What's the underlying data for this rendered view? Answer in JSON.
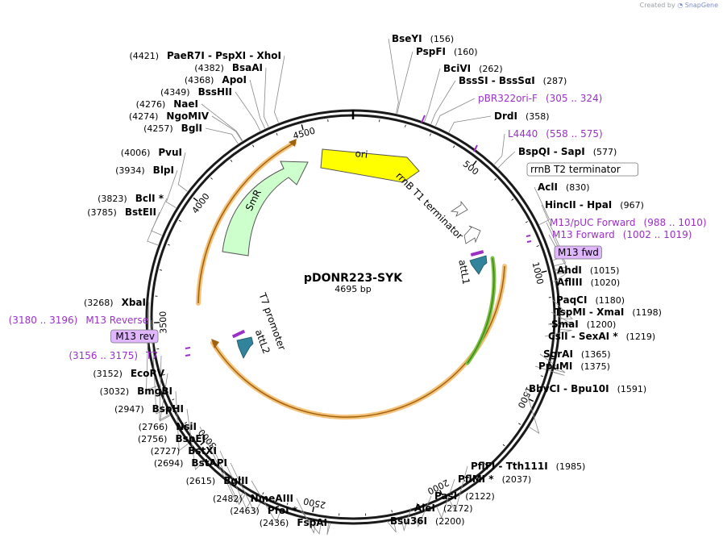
{
  "credit": {
    "prefix": "Created by",
    "brand": "SnapGene"
  },
  "plasmid": {
    "name": "pDONR223-SYK",
    "size_label": "4695 bp",
    "length": 4695
  },
  "ticks": [
    "500",
    "1000",
    "1500",
    "2000",
    "2500",
    "3000",
    "3500",
    "4000",
    "4500"
  ],
  "right_sites": [
    {
      "name": "BseYI",
      "pos": "(156)"
    },
    {
      "name": "PspFI",
      "pos": "(160)"
    },
    {
      "name": "BciVI",
      "pos": "(262)"
    },
    {
      "name": "BssSI  -  BssSαI",
      "pos": "(287)"
    },
    {
      "primer": "pBR322ori-F",
      "range": "(305 .. 324)"
    },
    {
      "name": "DrdI",
      "pos": "(358)"
    },
    {
      "primer": "L4440",
      "range": "(558 .. 575)"
    },
    {
      "name": "BspQI  -  SapI",
      "pos": "(577)"
    },
    {
      "boxed": "rrnB T2 terminator"
    },
    {
      "name": "AclI",
      "pos": "(830)"
    },
    {
      "name": "HincII  -  HpaI",
      "pos": "(967)"
    },
    {
      "primer": "M13/pUC Forward",
      "range": "(988 .. 1010)"
    },
    {
      "primer": "M13 Forward",
      "range": "(1002 .. 1019)"
    },
    {
      "boxed_primer": "M13 fwd"
    },
    {
      "name": "AhdI",
      "pos": "(1015)"
    },
    {
      "name": "AflIII",
      "pos": "(1020)"
    },
    {
      "name": "PaqCI",
      "pos": "(1180)"
    },
    {
      "name": "TspMI  -  XmaI",
      "pos": "(1198)"
    },
    {
      "name": "SmaI",
      "pos": "(1200)"
    },
    {
      "name": "CslI  -  SexAI *",
      "pos": "(1219)"
    },
    {
      "name": "SgrAI",
      "pos": "(1365)"
    },
    {
      "name": "PpuMI",
      "pos": "(1375)"
    },
    {
      "name": "BbvCI  -  Bpu10I",
      "pos": "(1591)"
    },
    {
      "name": "PflFI  -  Tth111I",
      "pos": "(1985)"
    },
    {
      "name": "PflMI *",
      "pos": "(2037)"
    },
    {
      "name": "PasI",
      "pos": "(2122)"
    },
    {
      "name": "AleI",
      "pos": "(2172)"
    },
    {
      "name": "Bsu36I",
      "pos": "(2200)"
    }
  ],
  "left_sites": [
    {
      "pos": "(4421)",
      "name": "PaeR7I  -  PspXI  -  XhoI"
    },
    {
      "pos": "(4382)",
      "name": "BsaAI"
    },
    {
      "pos": "(4368)",
      "name": "ApoI"
    },
    {
      "pos": "(4349)",
      "name": "BssHII"
    },
    {
      "pos": "(4276)",
      "name": "NaeI"
    },
    {
      "pos": "(4274)",
      "name": "NgoMIV"
    },
    {
      "pos": "(4257)",
      "name": "BglI"
    },
    {
      "pos": "(4006)",
      "name": "PvuI"
    },
    {
      "pos": "(3934)",
      "name": "BlpI"
    },
    {
      "pos": "(3823)",
      "name": "BclI *"
    },
    {
      "pos": "(3785)",
      "name": "BstEII"
    },
    {
      "pos": "(3268)",
      "name": "XbaI"
    },
    {
      "primer": "M13 Reverse",
      "range": "(3180 .. 3196)"
    },
    {
      "boxed_primer": "M13 rev"
    },
    {
      "primer": "T7",
      "range": "(3156 .. 3175)"
    },
    {
      "pos": "(3152)",
      "name": "EcoRV"
    },
    {
      "pos": "(3032)",
      "name": "BmgBI"
    },
    {
      "pos": "(2947)",
      "name": "BspHI"
    },
    {
      "pos": "(2766)",
      "name": "NsiI"
    },
    {
      "pos": "(2756)",
      "name": "BspEI"
    },
    {
      "pos": "(2727)",
      "name": "BstXI"
    },
    {
      "pos": "(2694)",
      "name": "BstAPI"
    },
    {
      "pos": "(2615)",
      "name": "BglII"
    },
    {
      "pos": "(2482)",
      "name": "NmeAIII"
    },
    {
      "pos": "(2463)",
      "name": "PfoI *"
    },
    {
      "pos": "(2436)",
      "name": "FspAI"
    }
  ],
  "features": {
    "ori": "ori",
    "smr": "SmR",
    "rrnb_t1": "rrnB T1 terminator",
    "attl1": "attL1",
    "t7_promoter": "T7 promoter",
    "attl2": "attL2"
  },
  "colors": {
    "ori": "#ffff00",
    "smr": "#ccffcc",
    "attl": "#31849b",
    "primer": "#9b30c9",
    "orf_highlight": "#f5c27a",
    "orf_line": "#a0620f",
    "green_arc": "#7ac143"
  }
}
